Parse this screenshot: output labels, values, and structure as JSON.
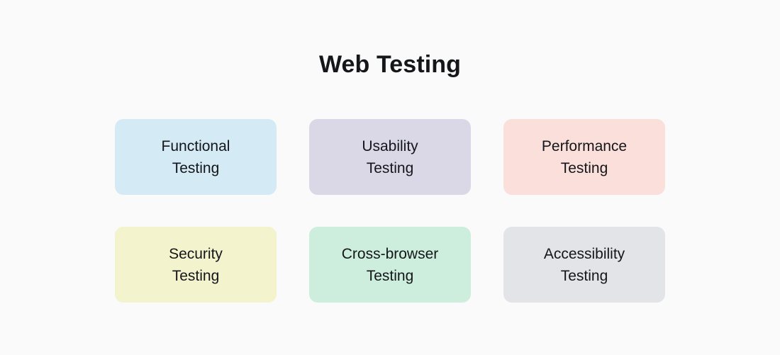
{
  "page": {
    "title": "Web Testing",
    "background_color": "#fafafa",
    "text_color": "#14161a"
  },
  "cards": [
    {
      "name": "functional-testing",
      "line1": "Functional",
      "line2": "Testing",
      "color": "#d4ebf5"
    },
    {
      "name": "usability-testing",
      "line1": "Usability",
      "line2": "Testing",
      "color": "#dad8e6"
    },
    {
      "name": "performance-testing",
      "line1": "Performance",
      "line2": "Testing",
      "color": "#fadfdb"
    },
    {
      "name": "security-testing",
      "line1": "Security",
      "line2": "Testing",
      "color": "#f3f3ce"
    },
    {
      "name": "cross-browser-testing",
      "line1": "Cross-browser",
      "line2": "Testing",
      "color": "#cdeedd"
    },
    {
      "name": "accessibility-testing",
      "line1": "Accessibility",
      "line2": "Testing",
      "color": "#e3e4e8"
    }
  ]
}
